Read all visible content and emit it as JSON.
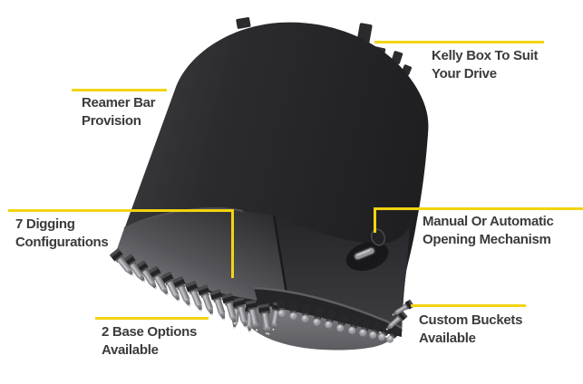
{
  "diagram_title": "",
  "colors": {
    "accent": "#F2D411",
    "text": "#3B3B3D",
    "background": "#FFFFFF",
    "bucket_body": "#2B2B2E",
    "bucket_face": "#8B8B90",
    "base_plate": "#6B6B6F",
    "teeth": "#C9C9CE"
  },
  "callouts": [
    {
      "id": "kelly-box",
      "line1": "Kelly Box To Suit",
      "line2": "Your Drive"
    },
    {
      "id": "reamer-bar",
      "line1": "Reamer Bar",
      "line2": "Provision"
    },
    {
      "id": "digging-configurations",
      "line1": "7 Digging",
      "line2": "Configurations"
    },
    {
      "id": "opening-mechanism",
      "line1": "Manual Or Automatic",
      "line2": "Opening Mechanism"
    },
    {
      "id": "base-options",
      "line1": "2 Base Options",
      "line2": "Available"
    },
    {
      "id": "custom-buckets",
      "line1": "Custom Buckets",
      "line2": "Available"
    }
  ]
}
